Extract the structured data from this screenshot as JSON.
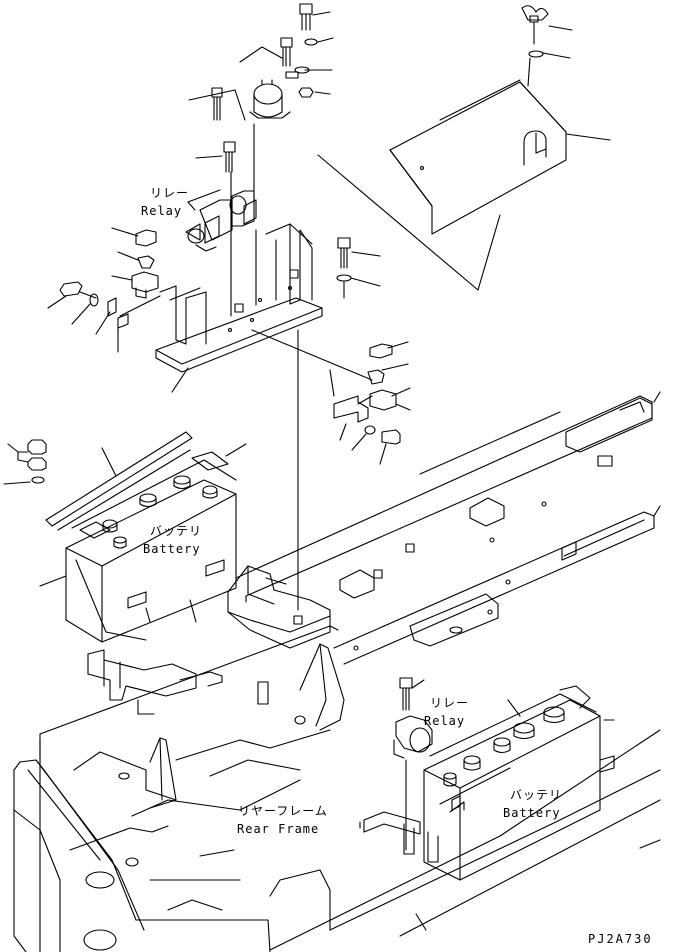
{
  "labels": {
    "relay_top_jp": "リレー",
    "relay_top_en": "Relay",
    "battery_left_jp": "バッテリ",
    "battery_left_en": "Battery",
    "relay_bottom_jp": "リレー",
    "relay_bottom_en": "Relay",
    "battery_right_jp": "バッテリ",
    "battery_right_en": "Battery",
    "rear_frame_jp": "リヤーフレーム",
    "rear_frame_en": "Rear Frame"
  },
  "drawing_code": "PJ2A730"
}
